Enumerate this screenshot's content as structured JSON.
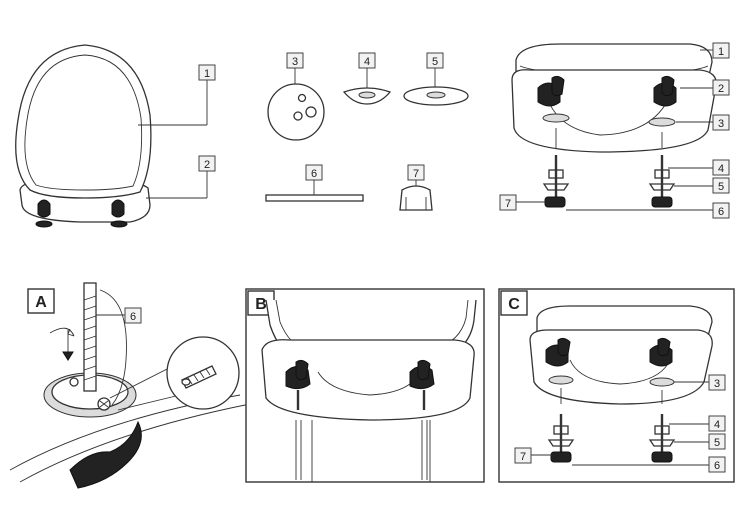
{
  "callouts": {
    "overview": [
      "1",
      "2"
    ],
    "parts": [
      "3",
      "4",
      "5",
      "6",
      "7"
    ],
    "assembly": [
      "1",
      "2",
      "3",
      "4",
      "5",
      "6",
      "7"
    ],
    "step_a": [
      "6"
    ],
    "step_c": [
      "3",
      "4",
      "5",
      "6",
      "7"
    ]
  },
  "steps": [
    "A",
    "B",
    "C"
  ]
}
